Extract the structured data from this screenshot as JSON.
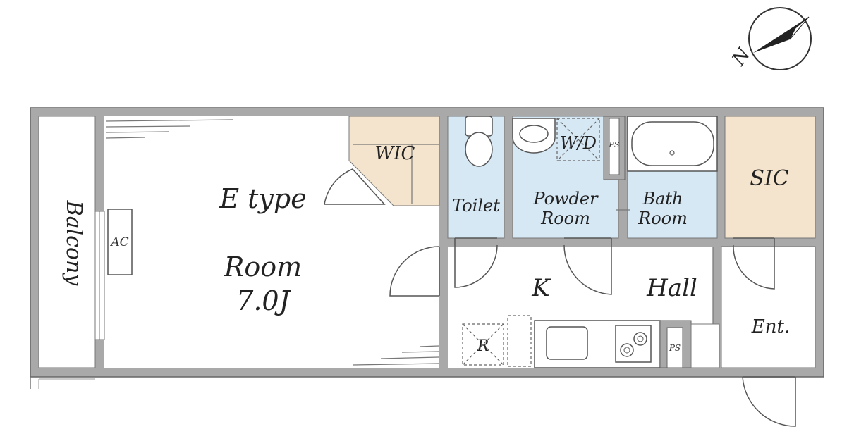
{
  "colors": {
    "wall": "#a9a9a9",
    "wet_area": "#d7e8f5",
    "closet": "#f4e4cd",
    "floor": "#ffffff",
    "line": "#555555"
  },
  "compass": {
    "label": "N",
    "icon": "north-arrow-icon"
  },
  "rooms": {
    "balcony": "Balcony",
    "main_room_type": "E type",
    "main_room_name": "Room",
    "main_room_size": "7.0J",
    "wic": "WIC",
    "toilet": "Toilet",
    "powder_room_line1": "Powder",
    "powder_room_line2": "Room",
    "wd": "W/D",
    "ps_upper": "PS",
    "bath_room_line1": "Bath",
    "bath_room_line2": "Room",
    "sic": "SIC",
    "kitchen": "K",
    "hall": "Hall",
    "refrigerator": "R",
    "ps_lower": "PS",
    "entrance": "Ent.",
    "ac": "AC"
  }
}
